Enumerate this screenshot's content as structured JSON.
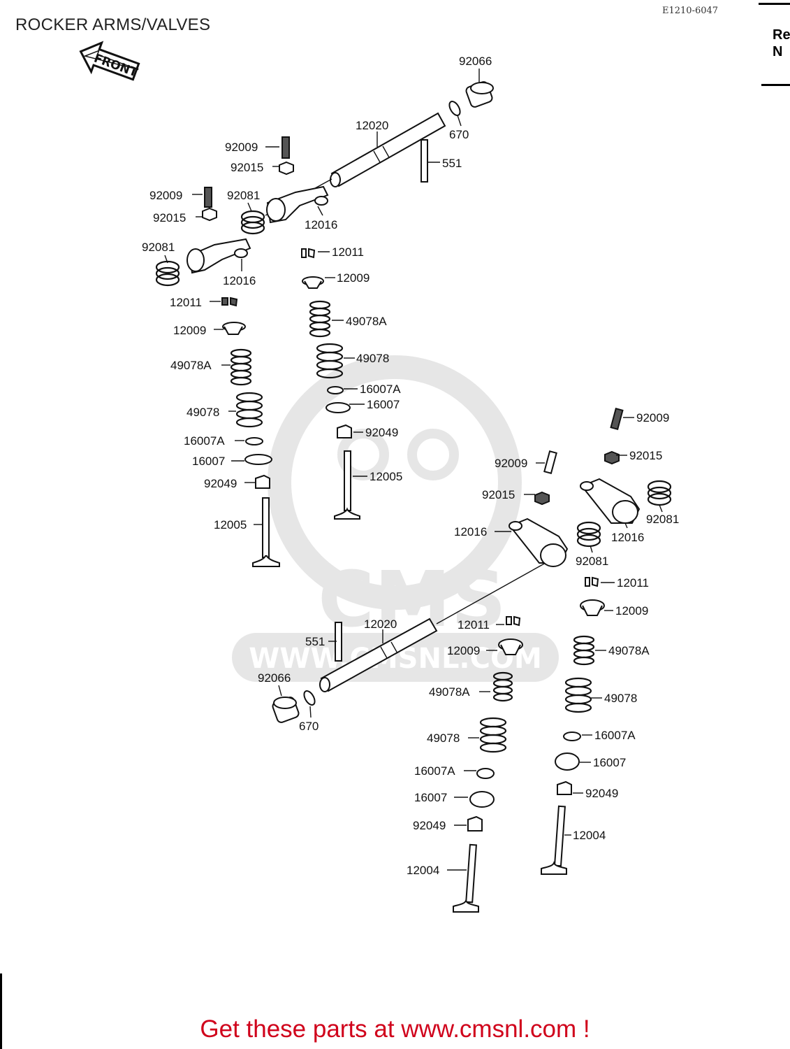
{
  "title": "ROCKER ARMS/VALVES",
  "reference_code": "E1210-6047",
  "corner_mark": [
    "Re",
    "N"
  ],
  "front_arrow_label": "FRONT",
  "watermark": {
    "logo": "CMS",
    "url": "WWW.CMSNL.COM"
  },
  "promo_text": "Get these parts at www.cmsnl.com !",
  "colors": {
    "promo": "#d0021b",
    "watermark": "#e4e4e4",
    "ink": "#111111"
  },
  "labels": {
    "a1": "92066",
    "a2": "12020",
    "a3": "670",
    "a4": "551",
    "a5": "92009",
    "a6": "92015",
    "a7": "92009",
    "a8": "92081",
    "a9": "92015",
    "a10": "12016",
    "a11": "92081",
    "a12": "12011",
    "a13": "12016",
    "a14": "12009",
    "a15": "12011",
    "a16": "49078A",
    "a17": "12009",
    "a18": "49078",
    "a19": "49078A",
    "a20": "16007A",
    "a21": "16007",
    "a22": "49078",
    "a23": "92049",
    "a24": "16007A",
    "a25": "12005",
    "a26": "16007",
    "a27": "92049",
    "a28": "12005",
    "b1": "92009",
    "b2": "92015",
    "b3": "92009",
    "b4": "92015",
    "b5": "92081",
    "b6": "12016",
    "b7": "12016",
    "b8": "92081",
    "b9": "12011",
    "b10": "12009",
    "b11": "12020",
    "b12": "12011",
    "b13": "551",
    "b14": "12009",
    "b15": "49078A",
    "b16": "92066",
    "b17": "49078A",
    "b18": "49078",
    "b19": "670",
    "b20": "49078",
    "b21": "16007A",
    "b22": "16007A",
    "b23": "16007",
    "b24": "16007",
    "b25": "92049",
    "b26": "92049",
    "b27": "12004",
    "b28": "12004"
  }
}
